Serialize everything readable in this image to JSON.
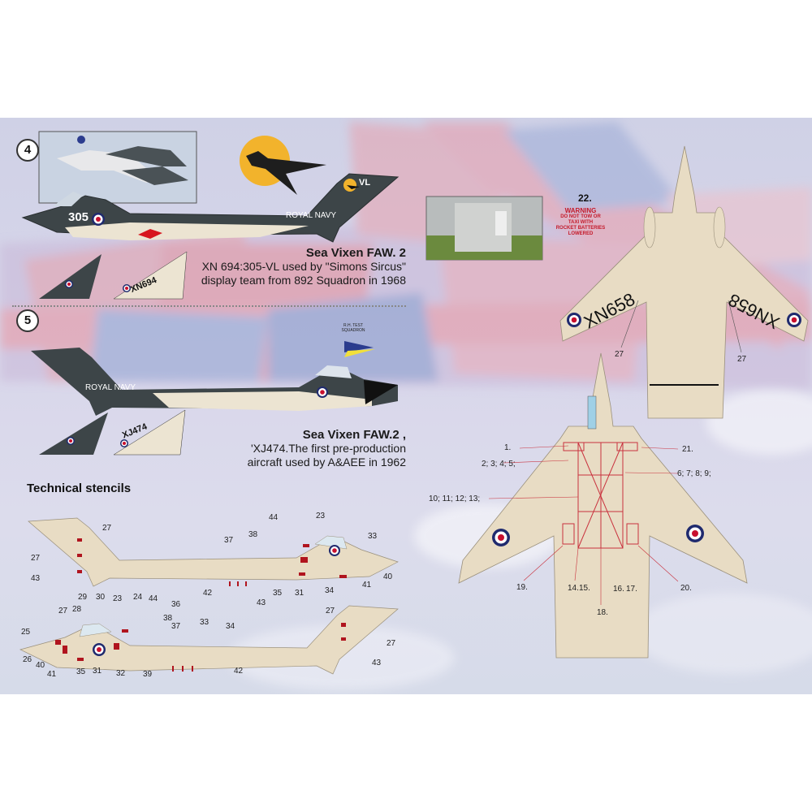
{
  "colors": {
    "dark_grey": "#3d4548",
    "cream": "#e8dcc4",
    "roundel_blue": "#1f2a6e",
    "roundel_red": "#c8102e",
    "stencil_red": "#c41a2a"
  },
  "scheme4": {
    "badge": "4",
    "title": "Sea Vixen FAW. 2",
    "line1": "XN 694:305-VL used by \"Simons Sircus\"",
    "line2": "display team from 892 Squadron in 1968",
    "code": "305",
    "tail_code": "VL",
    "fuselage_text": "ROYAL NAVY",
    "fin_serial": "XN694"
  },
  "scheme5": {
    "badge": "5",
    "title": "Sea Vixen FAW.2 ,",
    "line1": "'XJ474.The first pre-production",
    "line2": "aircraft used by A&AEE in 1962",
    "fuselage_text": "ROYAL NAVY",
    "fin_serial": "XJ474",
    "squadron_badge": "R.H. TEST SQUADRON"
  },
  "planform_top": {
    "serial_left": "XN658",
    "serial_right": "XN658",
    "labels": [
      "27",
      "27"
    ]
  },
  "stencil22": {
    "number": "22.",
    "warning_title": "WARNING",
    "warning_lines": [
      "DO NOT TOW OR",
      "TAXI WITH",
      "ROCKET BATTERIES",
      "LOWERED"
    ]
  },
  "technical": {
    "title": "Technical stencils",
    "side1_labels": [
      "27",
      "27",
      "43",
      "37",
      "38",
      "44",
      "23",
      "33",
      "40",
      "41",
      "34",
      "31",
      "35",
      "43",
      "42"
    ],
    "side2_labels": [
      "29",
      "30",
      "23",
      "24",
      "44",
      "36",
      "27",
      "28",
      "38",
      "37",
      "33",
      "34",
      "25",
      "26",
      "40",
      "41",
      "35",
      "31",
      "32",
      "39",
      "42",
      "27",
      "27",
      "43"
    ],
    "planform_labels": [
      "1.",
      "21.",
      "2; 3; 4; 5;",
      "6; 7; 8; 9;",
      "10; 11; 12; 13;",
      "19.",
      "14.",
      "15.",
      "16.",
      "17.",
      "18.",
      "20."
    ]
  }
}
